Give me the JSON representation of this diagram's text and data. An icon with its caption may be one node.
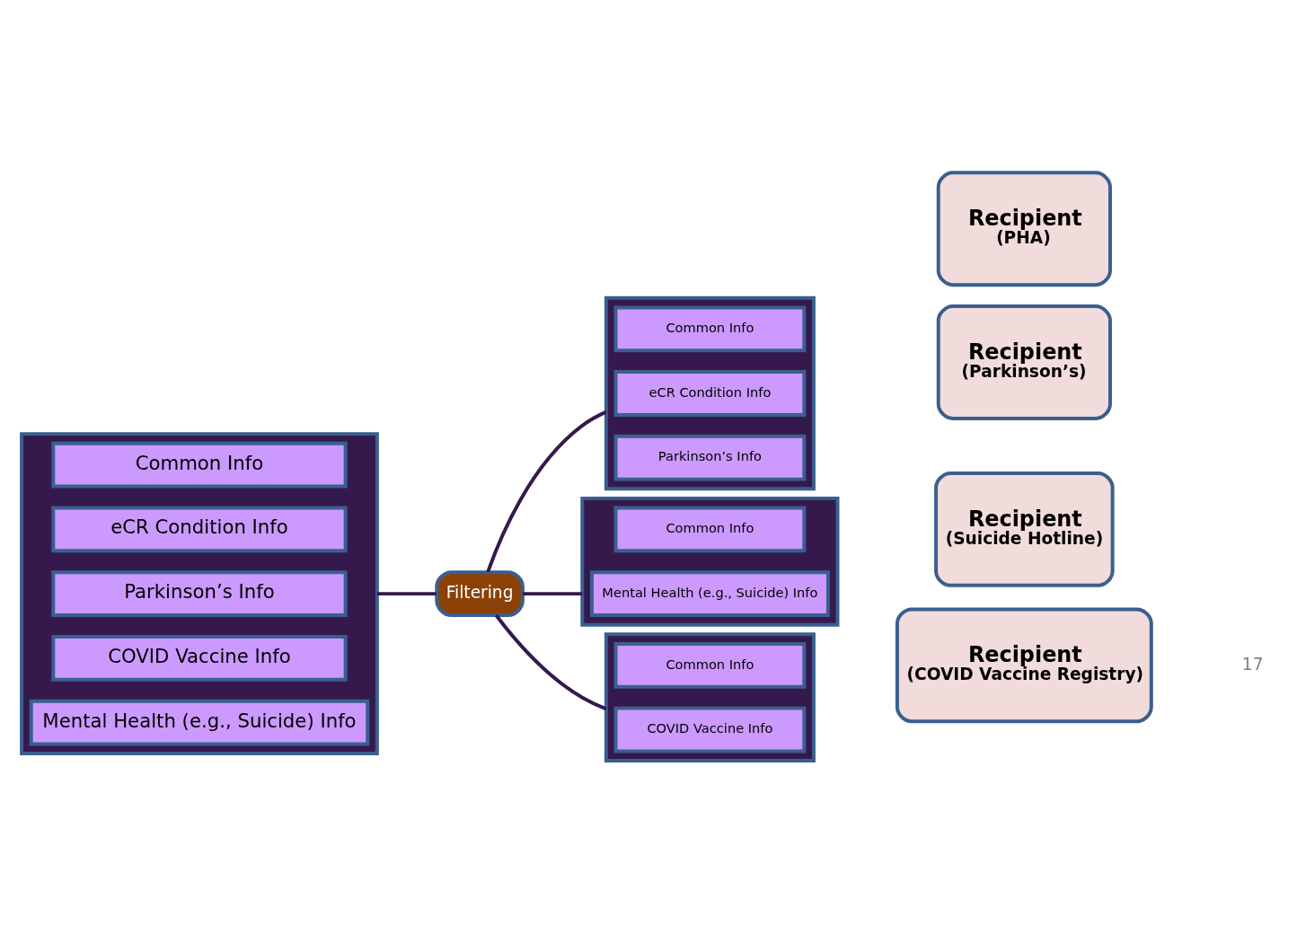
{
  "diagram": {
    "nodes": [
      {
        "text": [],
        "shape": "box"
      },
      {
        "text": [
          "Common Info"
        ],
        "in": 0
      },
      {
        "text": [
          "eCR Condition Info"
        ],
        "in": 0
      },
      {
        "text": [
          "Parkinson’s Info"
        ],
        "in": 0
      },
      {
        "text": [
          "COVID Vaccine Info"
        ],
        "in": 0
      },
      {
        "text": [
          "Mental Health (e.g., Suicide) Info"
        ],
        "in": 0
      },
      {
        "text": [
          "Filtering"
        ]
      },
      {
        "text": [],
        "shape": "box"
      },
      {
        "text": [
          "Common Info"
        ],
        "in": 7
      },
      {
        "text": [
          "eCR Condition Info"
        ],
        "in": 7
      },
      {
        "text": [
          "Parkinson’s Info"
        ],
        "in": 7
      },
      {
        "text": [
          "Recipient",
          "(PHA)"
        ]
      },
      {
        "text": [
          "Recipient",
          "(Parkinson’s)"
        ]
      },
      {
        "text": [],
        "shape": "box"
      },
      {
        "text": [
          "Common Info"
        ],
        "in": 13
      },
      {
        "text": [
          "Mental Health (e.g., Suicide) Info"
        ],
        "in": 13
      },
      {
        "text": [
          "Recipient",
          "(Suicide Hotline)"
        ]
      },
      {
        "text": [],
        "shape": "box"
      },
      {
        "text": [
          "Common Info"
        ],
        "in": 17
      },
      {
        "text": [
          "COVID Vaccine Info"
        ],
        "in": 17
      },
      {
        "text": [
          "Recipient",
          "(COVID Vaccine Registry)"
        ]
      }
    ],
    "edges": [
      {
        "from": 0,
        "to": 6,
        "arrow": "none"
      },
      {
        "from": 6,
        "to": 7,
        "arrow": "none"
      },
      {
        "from": 6,
        "to": 13,
        "arrow": "none"
      },
      {
        "from": 6,
        "to": 17,
        "arrow": "none"
      }
    ],
    "labels": [
      "17"
    ]
  }
}
